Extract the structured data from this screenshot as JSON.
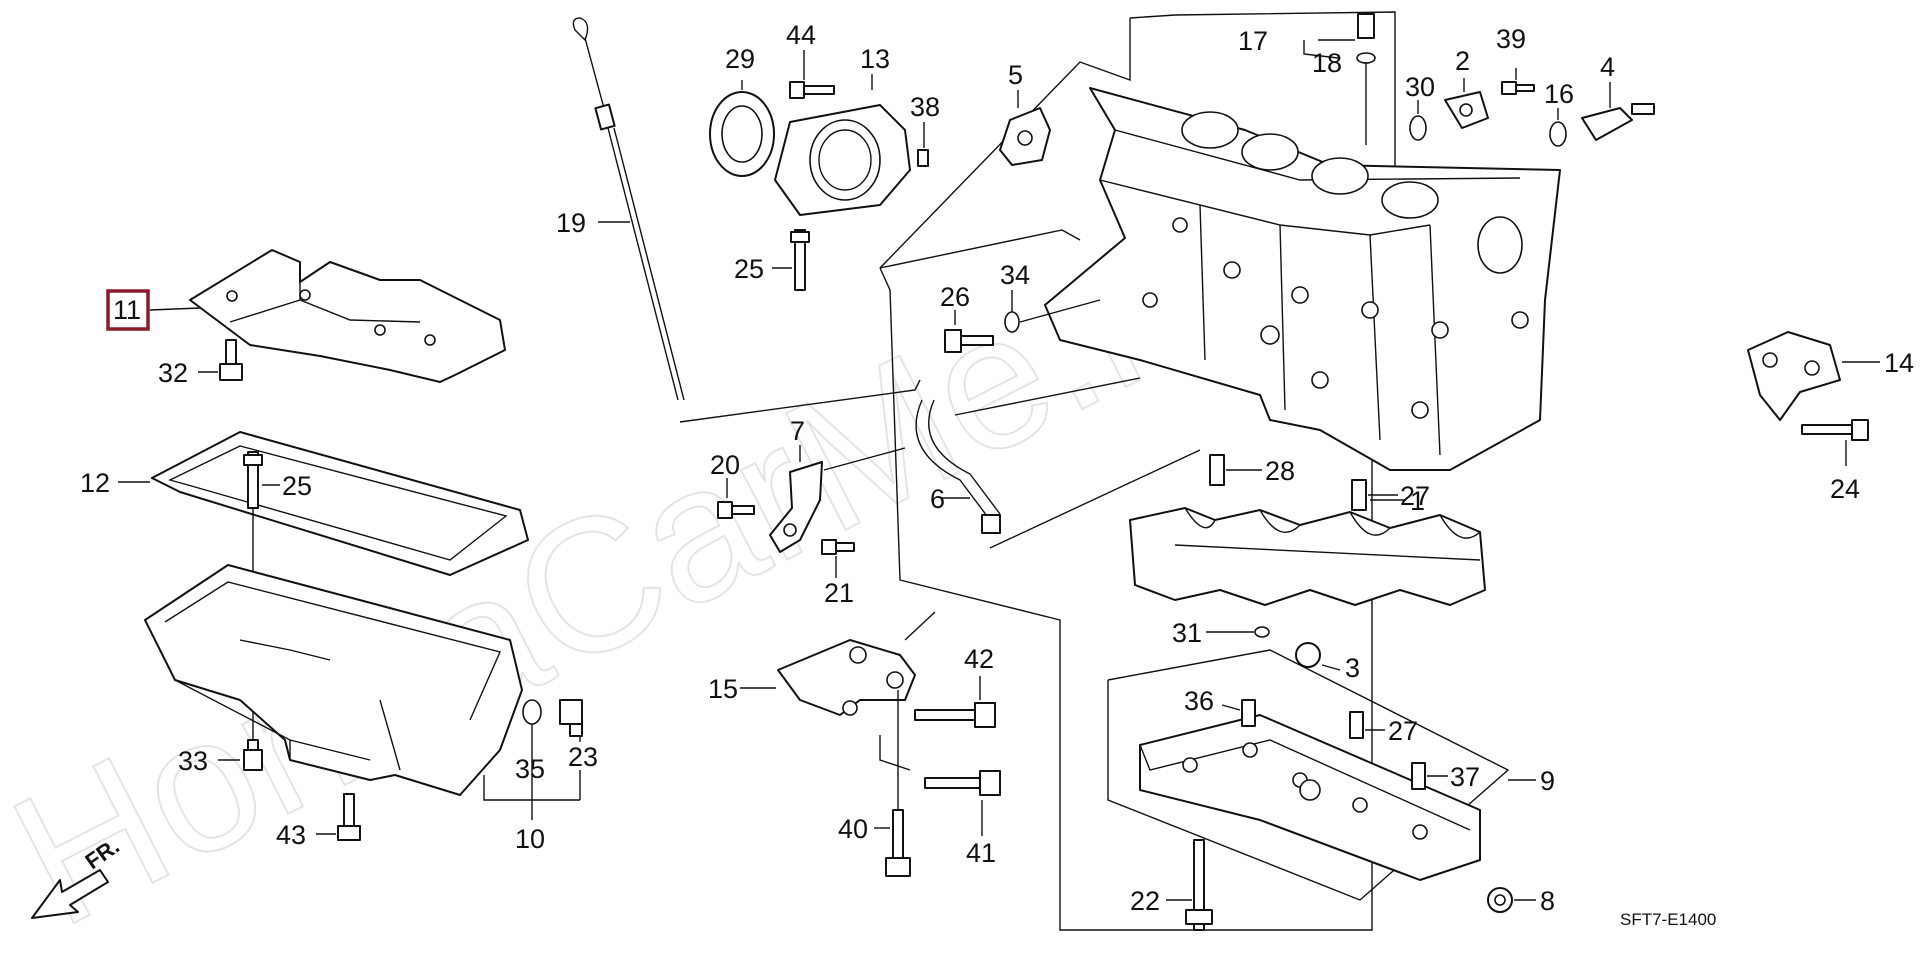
{
  "diagram": {
    "code": "SFT7-E1400",
    "watermark": "HondaCarMe.ru",
    "direction_label": "FR.",
    "highlight_color": "#8b1a2b",
    "highlighted_part": "11",
    "labels": {
      "l1": "1",
      "l2": "2",
      "l3": "3",
      "l4": "4",
      "l5": "5",
      "l6": "6",
      "l7": "7",
      "l8": "8",
      "l9": "9",
      "l10": "10",
      "l11": "11",
      "l12": "12",
      "l13": "13",
      "l14": "14",
      "l15": "15",
      "l16": "16",
      "l17": "17",
      "l18": "18",
      "l19": "19",
      "l20": "20",
      "l21": "21",
      "l22": "22",
      "l23": "23",
      "l24": "24",
      "l25a": "25",
      "l25b": "25",
      "l26": "26",
      "l27a": "27",
      "l27b": "27",
      "l28": "28",
      "l29": "29",
      "l30": "30",
      "l31": "31",
      "l32": "32",
      "l33": "33",
      "l34": "34",
      "l35": "35",
      "l36": "36",
      "l37": "37",
      "l38": "38",
      "l39": "39",
      "l40": "40",
      "l41": "41",
      "l42": "42",
      "l43": "43",
      "l44": "44"
    }
  }
}
